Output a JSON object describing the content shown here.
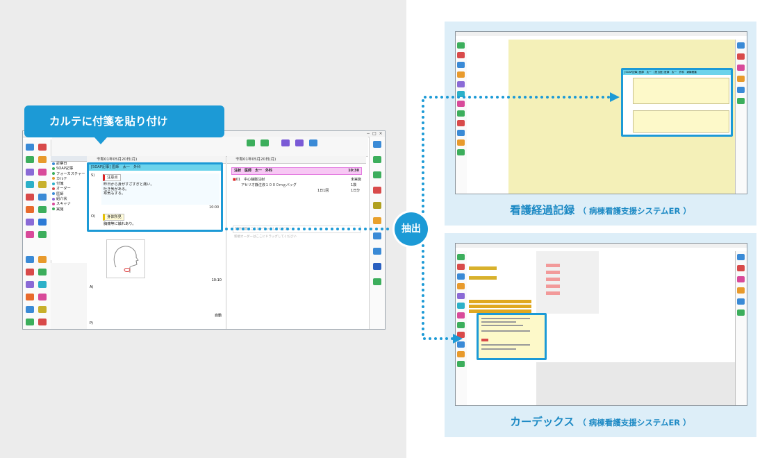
{
  "callout": {
    "text": "カルテに付箋を貼り付け"
  },
  "badge": {
    "text": "抽出"
  },
  "emr": {
    "tree_items": [
      "診察日",
      "SOAP記事",
      "フォーカスチャー",
      "カルテ",
      "付箋",
      "オーダー",
      "医師",
      "紹介状",
      "スキャナ",
      "実施"
    ],
    "note_date": "令和01年05月20日(月)",
    "order_date": "令和01年05月20日(月)",
    "order_bar": {
      "label": "注射　医師　太一　外科",
      "time": "10:30"
    },
    "order_lines": [
      {
        "text": "01　中心静脈注射",
        "right": "未実施"
      },
      {
        "text": "アセリオ静注液１０００ｍｇバッグ",
        "right": "1袋"
      },
      {
        "text": "1日1回",
        "right": "1日分"
      }
    ],
    "order_drop1": "新規付箋はここにドラッグしてください",
    "order_drop2": "新規オーダーはここにドラッグしてください",
    "times": [
      "10:00",
      "10:10"
    ],
    "labels": [
      "S)",
      "O)",
      "A)",
      "P)"
    ],
    "auto": "自動"
  },
  "card": {
    "header": "[SOAP記事] 医師　太一　外科",
    "s_label": "S)",
    "tag1": "注意点",
    "s_lines": [
      "昨日から身がすざすぎと痛い。",
      "吐き気がある。",
      "寒気もする。"
    ],
    "time": "10:00",
    "o_label": "O)",
    "tag2": "身体所見",
    "o_lines": [
      "胸痛等に触れあり。"
    ]
  },
  "nursing": {
    "title": "看護経過記録",
    "sub": "（ 病棟看護支援システムER ）",
    "card_header": "[SOAP記事] 医師　太一　[担当医] 医師　太一　外科　病棟看護"
  },
  "kardex": {
    "title": "カーデックス",
    "sub": "（ 病棟看護支援システムER ）"
  },
  "colors": {
    "accent": "#1c9ad6",
    "caption": "#1c89c4",
    "shot_bg": "#ddeef8"
  }
}
